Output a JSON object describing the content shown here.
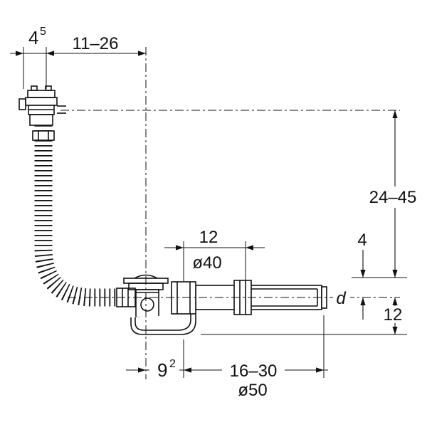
{
  "diagram": {
    "dimensions": {
      "handle_width": {
        "base": "4",
        "sup": "5"
      },
      "handle_to_drain": "11–26",
      "overflow_to_tub_bottom": "24–45",
      "elbow_length": "12",
      "overflow_pipe_diameter": "ø40",
      "tub_bottom_to_axis": "4",
      "outlet_axis": "d",
      "axis_to_trap_bottom": "12",
      "drain_to_elbow": {
        "base": "9",
        "sup": "2"
      },
      "telescopic_length": "16–30",
      "outlet_pipe_diameter": "ø50"
    },
    "colors": {
      "line": "#111111",
      "background": "#ffffff"
    }
  }
}
